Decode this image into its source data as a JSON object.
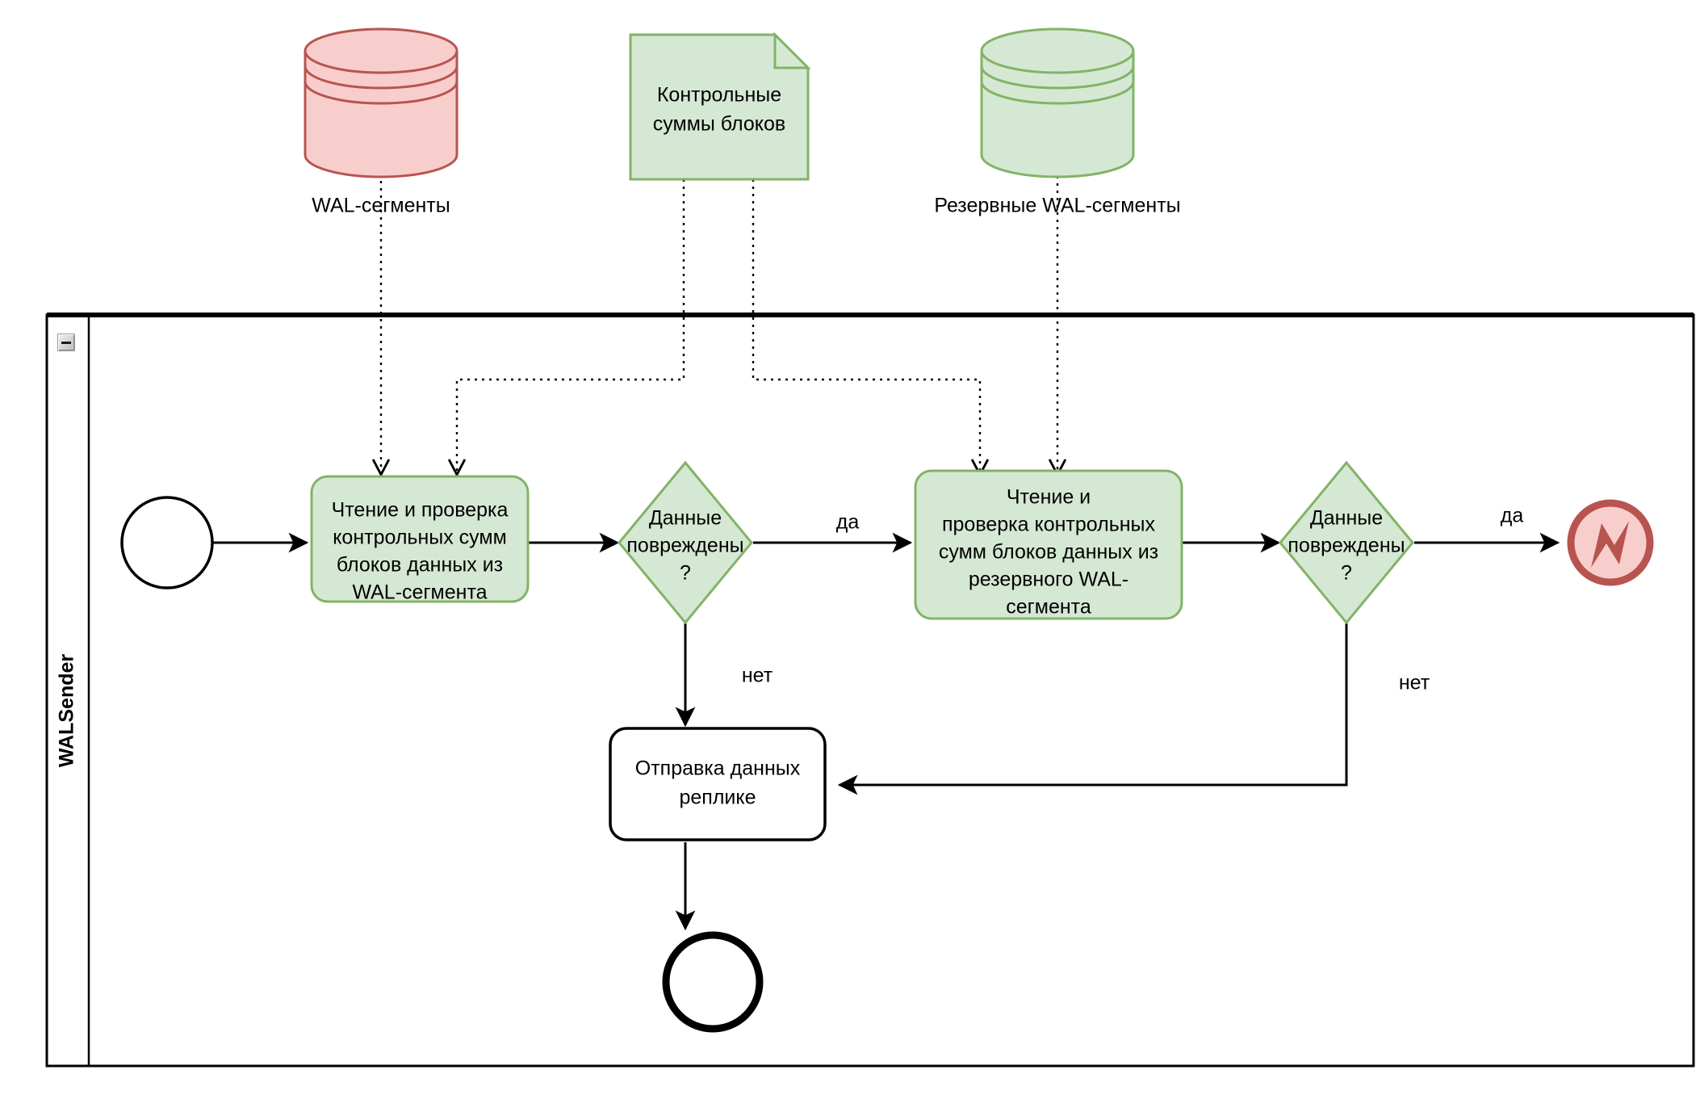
{
  "diagram": {
    "type": "bpmn-process-flow",
    "title_visible": false,
    "colors": {
      "green_fill": "#d5e8d4",
      "green_stroke": "#82b366",
      "red_fill": "#f8cecc",
      "red_stroke": "#b85450",
      "white_fill": "#ffffff",
      "black_stroke": "#000000"
    }
  },
  "lane": {
    "title": "WALSender",
    "collapse_icon": "minus-icon"
  },
  "artifacts": [
    {
      "id": "wal-segments-store",
      "icon": "database-cylinder-icon",
      "label": "WAL-сегменты",
      "color": "red"
    },
    {
      "id": "block-checksums-note",
      "icon": "data-object-icon",
      "label_lines": [
        "Контрольные",
        "суммы блоков"
      ],
      "color": "green"
    },
    {
      "id": "backup-wal-segments-store",
      "icon": "database-cylinder-icon",
      "label": "Резервные WAL-сегменты",
      "color": "green"
    }
  ],
  "nodes": [
    {
      "id": "start-event",
      "kind": "start-event",
      "label": ""
    },
    {
      "id": "task-read-wal",
      "kind": "task",
      "label_lines": [
        "Чтение и проверка",
        "контрольных сумм",
        "блоков данных из",
        "WAL-сегмента"
      ],
      "color": "green"
    },
    {
      "id": "gateway-corrupt-1",
      "kind": "exclusive-gateway",
      "label_lines": [
        "Данные",
        "повреждены",
        "?"
      ],
      "color": "green"
    },
    {
      "id": "task-read-backup-wal",
      "kind": "task",
      "label_lines": [
        "Чтение и",
        "проверка контрольных",
        "сумм блоков данных из",
        "резервного WAL-",
        "сегмента"
      ],
      "color": "green"
    },
    {
      "id": "gateway-corrupt-2",
      "kind": "exclusive-gateway",
      "label_lines": [
        "Данные",
        "повреждены",
        "?"
      ],
      "color": "green"
    },
    {
      "id": "error-end-event",
      "kind": "error-end-event",
      "icon": "error-bolt-icon",
      "label": "",
      "color": "red"
    },
    {
      "id": "task-send-data",
      "kind": "task",
      "label_lines": [
        "Отправка данных",
        "реплике"
      ],
      "color": "white"
    },
    {
      "id": "end-event",
      "kind": "end-event",
      "label": ""
    }
  ],
  "edge_labels": {
    "gateway1_yes": "да",
    "gateway1_no": "нет",
    "gateway2_yes": "да",
    "gateway2_no": "нет"
  }
}
